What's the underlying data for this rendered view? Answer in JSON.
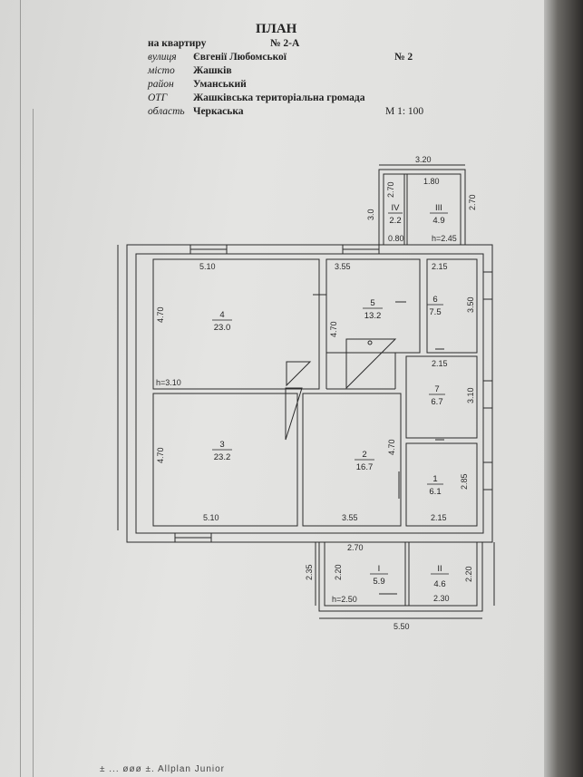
{
  "header": {
    "title": "ПЛАН",
    "apartment_label": "на квартиру",
    "apartment_number": "№ 2-А",
    "street_label": "вулиця",
    "street_value": "Євгенії Любомської",
    "house_number": "№ 2",
    "city_label": "місто",
    "city_value": "Жашків",
    "district_label": "район",
    "district_value": "Уманський",
    "community_label": "ОТГ",
    "community_value": "Жашківська територіальна громада",
    "region_label": "область",
    "region_value": "Черкаська",
    "scale": "М 1: 100"
  },
  "rooms": [
    {
      "id": "4",
      "number": "4",
      "area": "23.0"
    },
    {
      "id": "5",
      "number": "5",
      "area": "13.2"
    },
    {
      "id": "6",
      "number": "6",
      "area": "7.5"
    },
    {
      "id": "7",
      "number": "7",
      "area": "6.7"
    },
    {
      "id": "3",
      "number": "3",
      "area": "23.2"
    },
    {
      "id": "2",
      "number": "2",
      "area": "16.7"
    },
    {
      "id": "1",
      "number": "1",
      "area": "6.1"
    },
    {
      "id": "IV",
      "number": "IV",
      "area": "2.2"
    },
    {
      "id": "III",
      "number": "III",
      "area": "4.9"
    },
    {
      "id": "I",
      "number": "I",
      "area": "5.9"
    },
    {
      "id": "II",
      "number": "II",
      "area": "4.6"
    }
  ],
  "dimensions": {
    "d_320": "3.20",
    "d_180": "1.80",
    "d_270a": "2.70",
    "d_270b": "2.70",
    "d_30": "3.0",
    "d_080": "0.80",
    "h_245": "h=2.45",
    "d_510_top": "5.10",
    "d_355_top": "3.55",
    "d_215a": "2.15",
    "d_470_left": "4.70",
    "d_470_mid": "4.70",
    "d_350": "3.50",
    "d_215b": "2.15",
    "h_310": "h=3.10",
    "d_310": "3.10",
    "d_470_left2": "4.70",
    "d_470_mid2": "4.70",
    "d_285": "2.85",
    "d_510_bot": "5.10",
    "d_355_bot": "3.55",
    "d_215c": "2.15",
    "d_270c": "2.70",
    "d_235": "2.35",
    "d_220a": "2.20",
    "d_220b": "2.20",
    "h_250": "h=2.50",
    "d_230": "2.30",
    "d_550": "5.50"
  },
  "footer": {
    "text": "± ... øøø  ±. Allplan Junior"
  }
}
